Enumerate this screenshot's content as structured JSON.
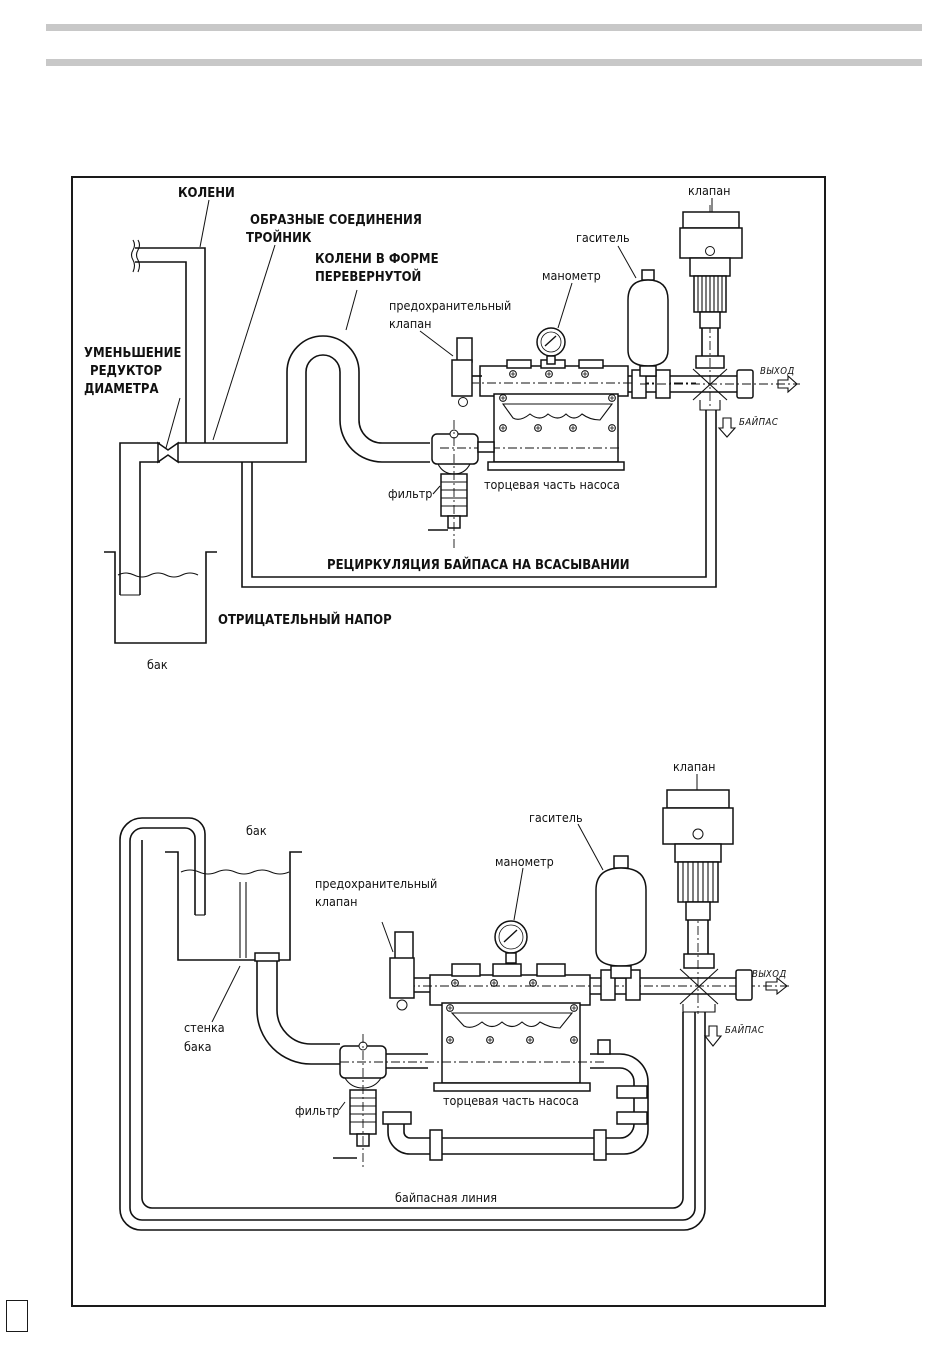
{
  "top_diagram": {
    "elbows": "КОЛЕНИ",
    "shaped_connections": "ОБРАЗНЫЕ СОЕДИНЕНИЯ",
    "tee": "ТРОЙНИК",
    "inverted_elbows_1": "КОЛЕНИ В ФОРМЕ",
    "inverted_elbows_2": "ПЕРЕВЕРНУТОЙ",
    "reduction_1": "УМЕНЬШЕНИЕ",
    "reduction_2": "РЕДУКТОР",
    "reduction_3": "ДИАМЕТРА",
    "valve": "клапан",
    "damper": "гаситель",
    "gauge": "манометр",
    "safety_valve_1": "предохранительный",
    "safety_valve_2": "клапан",
    "outlet": "ВЫХОД",
    "bypass": "БАЙПАС",
    "filter": "фильтр",
    "pump_head": "торцевая часть насоса",
    "recirculation": "РЕЦИРКУЛЯЦИЯ БАЙПАСА НА ВСАСЫВАНИИ",
    "negative_head": "ОТРИЦАТЕЛЬНЫЙ НАПОР",
    "tank": "бак"
  },
  "bottom_diagram": {
    "valve": "клапан",
    "tank": "бак",
    "damper": "гаситель",
    "gauge": "манометр",
    "safety_valve_1": "предохранительный",
    "safety_valve_2": "клапан",
    "outlet": "ВЫХОД",
    "bypass": "БАЙПАС",
    "tank_wall_1": "стенка",
    "tank_wall_2": "бака",
    "filter": "фильтр",
    "pump_head": "торцевая часть насоса",
    "bypass_line": "байпасная линия"
  }
}
